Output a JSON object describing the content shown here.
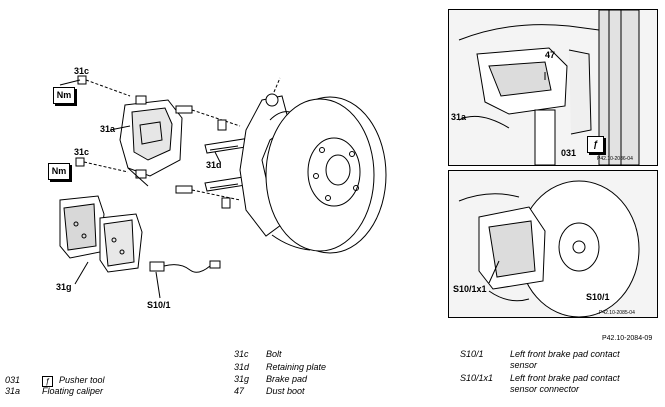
{
  "main_figure": {
    "callouts": {
      "c31c_top": "31c",
      "c31a": "31a",
      "c31c_mid": "31c",
      "c31d": "31d",
      "c31g": "31g",
      "s10_1": "S10/1"
    },
    "torque_badges": [
      "Nm",
      "Nm"
    ]
  },
  "top_panel": {
    "callouts": {
      "c47": "47",
      "c31a": "31a",
      "c031": "031"
    },
    "tool_glyph": "ƒ",
    "code": "P42.10-2086-04"
  },
  "bottom_panel": {
    "callouts": {
      "s10_1x1": "S10/1x1",
      "s10_1": "S10/1"
    },
    "code": "P42.10-2085-04"
  },
  "figure_ref": "P42.10-2084-09",
  "legend": {
    "col1": [
      {
        "code": "031",
        "text": "Pusher  tool",
        "icon": "pusher-tool-icon",
        "glyph": "ƒ"
      },
      {
        "code": "31a",
        "text": "Floating caliper"
      }
    ],
    "col2": [
      {
        "code": "31c",
        "text": "Bolt"
      },
      {
        "code": "31d",
        "text": "Retaining plate"
      },
      {
        "code": "31g",
        "text": "Brake pad"
      },
      {
        "code": "47",
        "text": "Dust boot"
      }
    ],
    "col3": [
      {
        "code": "S10/1",
        "text": "Left front brake pad contact"
      },
      {
        "code": "",
        "text": "sensor"
      },
      {
        "code": "S10/1x1",
        "text": "Left front brake pad contact"
      },
      {
        "code": "",
        "text": "sensor connector"
      }
    ]
  }
}
